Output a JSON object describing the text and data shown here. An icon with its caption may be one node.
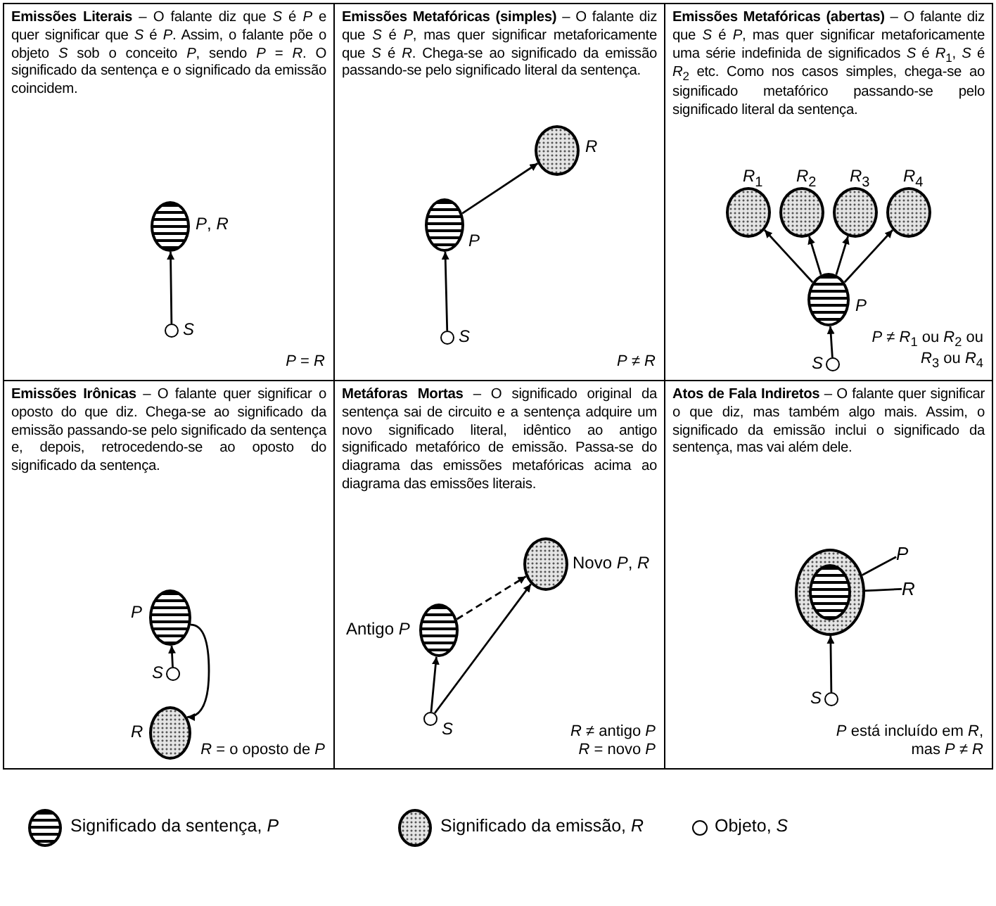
{
  "diagram": {
    "nodes": [
      {
        "text": [
          "**Emissões Literais** – O falante diz que *S* é *P* e quer significar que *S* é *P*. Assim, o falante põe o objeto *S* sob o conceito *P*, sendo *P* = *R*. O significado da sentença e o significado da emissão coincidem.",
          "*P* = *R*"
        ]
      },
      {
        "text": [],
        "shape": "circle",
        "in": 0,
        "beside": [
          "*P*, *R*"
        ]
      },
      {
        "text": [],
        "shape": "circle",
        "in": 0,
        "beside": [
          "*S*"
        ]
      },
      {
        "text": [
          "**Emissões Metafóricas (simples)** – O falante diz que *S* é *P*, mas quer significar metaforicamente que *S* é *R*. Chega-se ao significado da emissão passando-se pelo significado literal da sentença.",
          "*P* ≠ *R*"
        ]
      },
      {
        "text": [],
        "shape": "circle",
        "in": 3,
        "beside": [
          "*P*"
        ]
      },
      {
        "text": [],
        "shape": "circle",
        "in": 3,
        "beside": [
          "*R*"
        ]
      },
      {
        "text": [],
        "shape": "circle",
        "in": 3,
        "beside": [
          "*S*"
        ]
      },
      {
        "text": [
          "**Emissões Metafóricas (abertas)** – O falante diz que *S* é *P*, mas quer significar metaforicamente uma série indefinida de significados *S* é *R*$_{1}$, *S* é *R*$_{2}$ etc. Como nos casos simples, chega-se ao significado metafórico passando-se pelo significado literal da sentença.",
          "*P* ≠ *R*$_{1}$ ou *R*$_{2}$ ou *R*$_{3}$ ou *R*$_{4}$"
        ]
      },
      {
        "text": [],
        "shape": "circle",
        "in": 7,
        "beside": [
          "*R*$_{1}$"
        ]
      },
      {
        "text": [],
        "shape": "circle",
        "in": 7,
        "beside": [
          "*R*$_{2}$"
        ]
      },
      {
        "text": [],
        "shape": "circle",
        "in": 7,
        "beside": [
          "*R*$_{3}$"
        ]
      },
      {
        "text": [],
        "shape": "circle",
        "in": 7,
        "beside": [
          "*R*$_{4}$"
        ]
      },
      {
        "text": [],
        "shape": "circle",
        "in": 7,
        "beside": [
          "*P*"
        ]
      },
      {
        "text": [],
        "shape": "circle",
        "in": 7,
        "beside": [
          "*S*"
        ]
      },
      {
        "text": [
          "**Emissões Irônicas** – O falante quer significar o oposto do que diz. Chega-se ao significado da emissão passando-se pelo significado da sentença e, depois, retrocedendo-se ao oposto do significado da sentença.",
          "*R* = o oposto de *P*"
        ]
      },
      {
        "text": [],
        "shape": "circle",
        "in": 14,
        "beside": [
          "*P*"
        ]
      },
      {
        "text": [],
        "shape": "circle",
        "in": 14,
        "beside": [
          "*S*"
        ]
      },
      {
        "text": [],
        "shape": "circle",
        "in": 14,
        "beside": [
          "*R*"
        ]
      },
      {
        "text": [
          "**Metáforas Mortas** – O significado original da sentença sai de circuito e a sentença adquire um novo significado literal, idêntico ao antigo significado metafórico de emissão. Passa-se do diagrama das emissões metafóricas acima ao diagrama das emissões literais.",
          "*R* ≠ antigo *P*",
          "*R* = novo *P*"
        ]
      },
      {
        "text": [],
        "shape": "circle",
        "in": 18,
        "beside": [
          "Antigo *P*"
        ]
      },
      {
        "text": [],
        "shape": "circle",
        "in": 18,
        "beside": [
          "Novo *P*, *R*"
        ]
      },
      {
        "text": [],
        "shape": "circle",
        "in": 18,
        "beside": [
          "*S*"
        ]
      },
      {
        "text": [
          "**Atos de Fala Indiretos** – O falante quer significar o que diz, mas também algo mais. Assim, o significado da emissão inclui o significado da sentença, mas vai além dele.",
          "*P* está incluído em *R*, mas *P* ≠ *R*"
        ]
      },
      {
        "text": [],
        "shape": "circle",
        "in": 22
      },
      {
        "text": [],
        "shape": "circle",
        "in": 23
      },
      {
        "text": [],
        "shape": "circle",
        "in": 22,
        "beside": [
          "*S*"
        ]
      },
      {
        "text": [
          "*P*"
        ],
        "in": 22
      },
      {
        "text": [
          "*R*"
        ],
        "in": 22
      }
    ],
    "edges": [
      {
        "from": 2,
        "to": 1,
        "arrow": "to"
      },
      {
        "from": 6,
        "to": 4,
        "arrow": "to"
      },
      {
        "from": 4,
        "to": 5,
        "arrow": "to"
      },
      {
        "from": 13,
        "to": 12,
        "arrow": "to"
      },
      {
        "from": 12,
        "to": 8,
        "arrow": "to"
      },
      {
        "from": 12,
        "to": 9,
        "arrow": "to"
      },
      {
        "from": 12,
        "to": 10,
        "arrow": "to"
      },
      {
        "from": 12,
        "to": 11,
        "arrow": "to"
      },
      {
        "from": 16,
        "to": 15,
        "arrow": "to"
      },
      {
        "from": 15,
        "to": 17,
        "arrow": "to"
      },
      {
        "from": 21,
        "to": 19,
        "arrow": "to"
      },
      {
        "from": 19,
        "to": 20,
        "arrow": "to",
        "style": "dashed"
      },
      {
        "from": 21,
        "to": 20,
        "arrow": "to"
      },
      {
        "from": 25,
        "to": 23,
        "arrow": "to"
      },
      {
        "from": 26,
        "to": 23,
        "arrow": "none"
      },
      {
        "from": 27,
        "to": 24,
        "arrow": "none"
      }
    ],
    "legend": [
      {
        "text": "Significado da sentença, *P*"
      },
      {
        "text": "Significado da emissão, *R*"
      },
      {
        "text": "Objeto, *S*"
      }
    ]
  }
}
